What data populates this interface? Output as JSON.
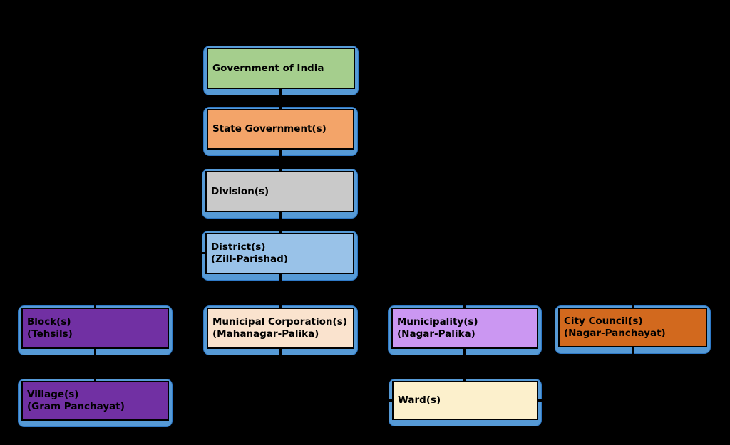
{
  "diagram": {
    "title": "Administrative hierarchy of India flowchart",
    "background_color": "#000000",
    "shadow_color": "#569ad6",
    "edge_color": "#000000",
    "text_color": "#000000",
    "nodes": {
      "goi": {
        "label": "Government of India",
        "fill": "#a5ce8d"
      },
      "state": {
        "label": "State Government(s)",
        "fill": "#f3a469"
      },
      "division": {
        "label": "Division(s)",
        "fill": "#c9c9c9"
      },
      "district": {
        "label": "District(s)\n(Zill-Parishad)",
        "fill": "#99c2e8"
      },
      "block": {
        "label": "Block(s)\n(Tehsils)",
        "fill": "#7130a3"
      },
      "municipal_corporation": {
        "label": "Municipal Corporation(s)\n(Mahanagar-Palika)",
        "fill": "#fae3ce"
      },
      "municipality": {
        "label": "Municipality(s)\n(Nagar-Palika)",
        "fill": "#cb97f2"
      },
      "city_council": {
        "label": "City Council(s)\n(Nagar-Panchayat)",
        "fill": "#d2691e"
      },
      "village": {
        "label": "Village(s)\n(Gram Panchayat)",
        "fill": "#7130a3"
      },
      "ward": {
        "label": "Ward(s)",
        "fill": "#fcf0cc"
      }
    },
    "edges": [
      {
        "from": "Government of India",
        "to": "State Government(s)"
      },
      {
        "from": "State Government(s)",
        "to": "Division(s)"
      },
      {
        "from": "Division(s)",
        "to": "District(s)"
      },
      {
        "from": "District(s)",
        "to": "Block(s)"
      },
      {
        "from": "District(s)",
        "to": "Municipal Corporation(s)"
      },
      {
        "from": "District(s)",
        "to": "Municipality(s)"
      },
      {
        "from": "District(s)",
        "to": "City Council(s)"
      },
      {
        "from": "Block(s)",
        "to": "Village(s)"
      },
      {
        "from": "Municipal Corporation(s)",
        "to": "Ward(s)"
      },
      {
        "from": "Municipality(s)",
        "to": "Ward(s)"
      },
      {
        "from": "City Council(s)",
        "to": "Ward(s)"
      }
    ]
  }
}
